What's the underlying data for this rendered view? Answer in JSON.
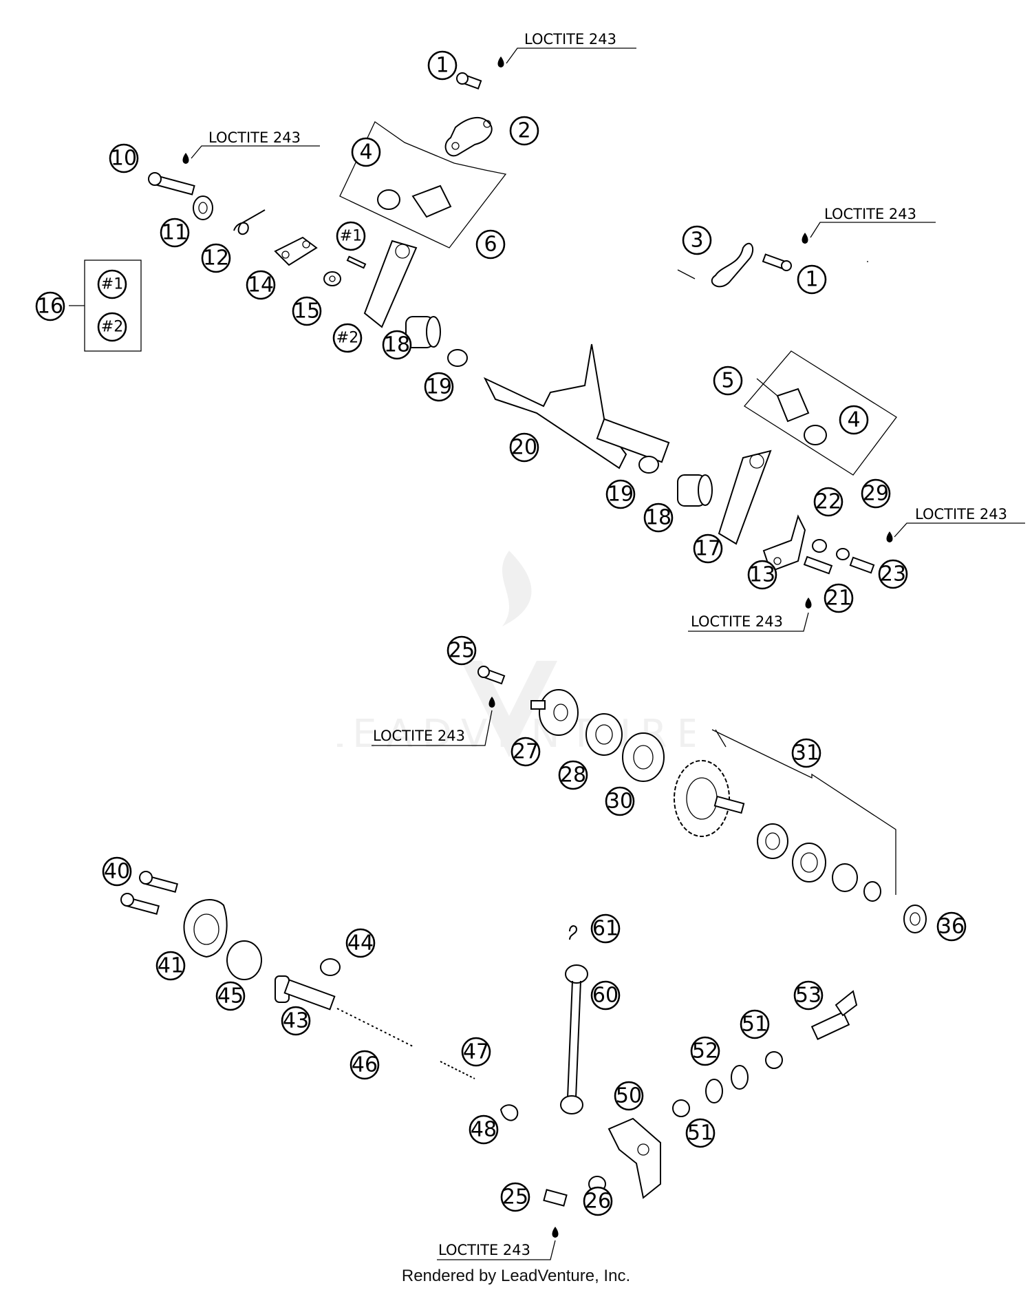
{
  "diagram": {
    "loctite_label": "LOCTITE 243",
    "footer": "Rendered by LeadVenture, Inc.",
    "watermark_text": "LEADVENTURE",
    "watermark_icon": "leadventure-flame-logo",
    "callouts": {
      "c1a": "1",
      "c2": "2",
      "c3": "3",
      "c1b": "1",
      "c4a": "4",
      "c6": "6",
      "c10": "10",
      "c11": "11",
      "c12": "12",
      "c14": "14",
      "cn1": "#1",
      "c15": "15",
      "cn2": "#2",
      "c16": "16",
      "c16n1": "#1",
      "c16n2": "#2",
      "c18a": "18",
      "c19a": "19",
      "c20": "20",
      "c5": "5",
      "c4b": "4",
      "c19b": "19",
      "c18b": "18",
      "c17": "17",
      "c13": "13",
      "c22": "22",
      "c29": "29",
      "c23": "23",
      "c21": "21",
      "c25a": "25",
      "c27": "27",
      "c28": "28",
      "c30": "30",
      "c31": "31",
      "c36": "36",
      "c40": "40",
      "c41": "41",
      "c45": "45",
      "c44": "44",
      "c43": "43",
      "c46": "46",
      "c47": "47",
      "c48": "48",
      "c61": "61",
      "c60": "60",
      "c50": "50",
      "c53": "53",
      "c51a": "51",
      "c52": "52",
      "c51b": "51",
      "c25b": "25",
      "c26": "26"
    }
  }
}
